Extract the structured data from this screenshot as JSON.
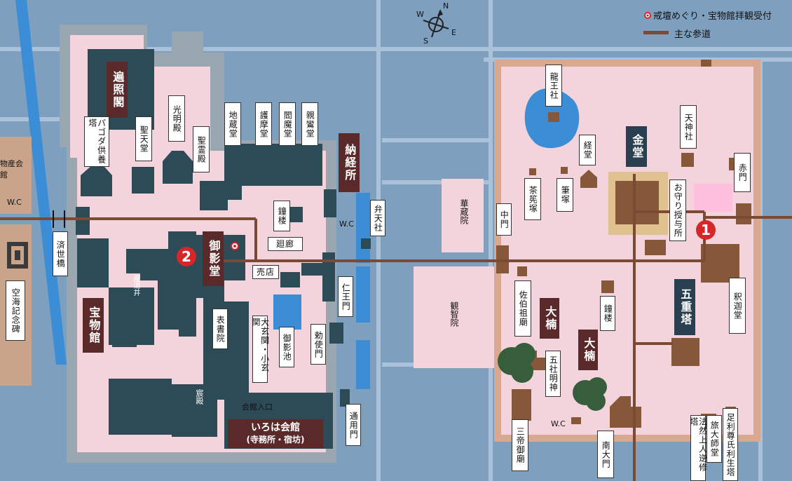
{
  "legend": {
    "marker_label": "戒壇めぐり・宝物館拝観受付",
    "path_label": "主な参道"
  },
  "compass": {
    "n": "N",
    "s": "S",
    "e": "E",
    "w": "W"
  },
  "numbers": {
    "one": "1",
    "two": "2"
  },
  "featured": {
    "henjokaku": "遍照閣",
    "mieido": "御影堂",
    "homotsukan": "宝物館",
    "nokyosho": "納経所",
    "kondo": "金堂",
    "gojunoto": "五重塔",
    "okusu1": "大楠",
    "okusu2": "大楠"
  },
  "kaikan": {
    "name": "いろは会館",
    "sub": "(寺務所・宿坊)",
    "entrance": "会館入口"
  },
  "labels": {
    "pagoda": "パゴダ供養塔",
    "shoten": "聖天堂",
    "komyoden": "光明殿",
    "shoreiden": "聖霊殿",
    "jizodo": "地蔵堂",
    "gomado": "護摩堂",
    "enmado": "閻魔堂",
    "shinrando": "親鸞堂",
    "shoro": "鐘楼",
    "benten": "弁天社",
    "kairo": "廻廊",
    "baiten": "売店",
    "ubuyui": "産湯井",
    "omote": "表書院",
    "genkan": "大玄関・小玄関",
    "mieike": "御影池",
    "chokushi": "勅使門",
    "niomon": "仁王門",
    "shinden": "宸殿",
    "tsuyomon": "通用門",
    "saiseibashi": "済世橋",
    "kukai": "空海記念碑",
    "bussan": "物産会館",
    "kezoin": "華蔵院",
    "kanchiin": "観智院",
    "chumon": "中門",
    "saeki": "佐伯祖廟",
    "gosha": "五社明神",
    "santei": "三帝御廟",
    "ryuo": "龍王社",
    "kyodo": "経堂",
    "chasen": "茶筅塚",
    "fude": "筆塚",
    "omamori": "お守り授与所",
    "tenjin": "天神社",
    "akamon": "赤門",
    "shakado": "釈迦堂",
    "shoro2": "鐘楼",
    "nandaimon": "南大門",
    "honen": "法然上人逆修塔",
    "daishido": "旅大師堂",
    "ashikaga": "足利尊氏利生塔",
    "wc1": "W.C",
    "wc2": "W.C",
    "wc3": "W.C"
  },
  "colors": {
    "water": "#7f9fbf",
    "ground": "#f4d4dc",
    "building": "#2d4a57",
    "brown": "#87573a",
    "path": "#7a4a34",
    "pond": "#3b8dd6",
    "pink_highlight": "#ffbfdf",
    "gold": "#dfc290"
  }
}
